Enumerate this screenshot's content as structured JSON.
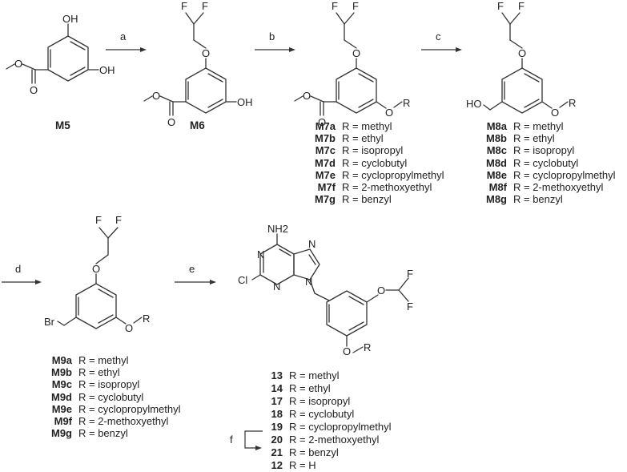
{
  "compounds": {
    "m5": "M5",
    "m6": "M6"
  },
  "atoms": {
    "oh": "OH",
    "o": "O",
    "f": "F",
    "r": "R",
    "ho": "HO",
    "br": "Br",
    "cl": "Cl",
    "n": "N",
    "nh2": "NH2"
  },
  "steps": [
    "a",
    "b",
    "c",
    "d",
    "e",
    "f"
  ],
  "tables": {
    "m7": [
      {
        "id": "M7a",
        "r": "R = methyl"
      },
      {
        "id": "M7b",
        "r": "R = ethyl"
      },
      {
        "id": "M7c",
        "r": "R = isopropyl"
      },
      {
        "id": "M7d",
        "r": "R = cyclobutyl"
      },
      {
        "id": "M7e",
        "r": "R = cyclopropylmethyl"
      },
      {
        "id": "M7f",
        "r": "R = 2-methoxyethyl"
      },
      {
        "id": "M7g",
        "r": "R = benzyl"
      }
    ],
    "m8": [
      {
        "id": "M8a",
        "r": "R = methyl"
      },
      {
        "id": "M8b",
        "r": "R = ethyl"
      },
      {
        "id": "M8c",
        "r": "R = isopropyl"
      },
      {
        "id": "M8d",
        "r": "R = cyclobutyl"
      },
      {
        "id": "M8e",
        "r": "R = cyclopropylmethyl"
      },
      {
        "id": "M8f",
        "r": "R = 2-methoxyethyl"
      },
      {
        "id": "M8g",
        "r": "R = benzyl"
      }
    ],
    "m9": [
      {
        "id": "M9a",
        "r": "R = methyl"
      },
      {
        "id": "M9b",
        "r": "R = ethyl"
      },
      {
        "id": "M9c",
        "r": "R = isopropyl"
      },
      {
        "id": "M9d",
        "r": "R = cyclobutyl"
      },
      {
        "id": "M9e",
        "r": "R = cyclopropylmethyl"
      },
      {
        "id": "M9f",
        "r": "R = 2-methoxyethyl"
      },
      {
        "id": "M9g",
        "r": "R = benzyl"
      }
    ],
    "final": [
      {
        "id": "13",
        "r": "R = methyl"
      },
      {
        "id": "14",
        "r": "R = ethyl"
      },
      {
        "id": "17",
        "r": "R = isopropyl"
      },
      {
        "id": "18",
        "r": "R = cyclobutyl"
      },
      {
        "id": "19",
        "r": "R = cyclopropylmethyl"
      },
      {
        "id": "20",
        "r": "R = 2-methoxyethyl"
      },
      {
        "id": "21",
        "r": "R = benzyl"
      },
      {
        "id": "12",
        "r": "R = H"
      }
    ]
  }
}
